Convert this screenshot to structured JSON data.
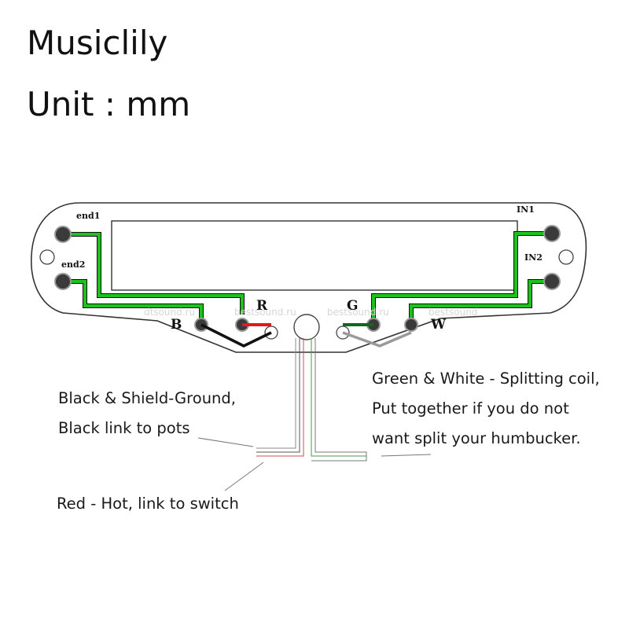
{
  "header": {
    "brand": "Musiclily",
    "unit_label": "Unit : mm"
  },
  "pickup": {
    "pad_labels": {
      "end1": "end1",
      "end2": "end2",
      "in1": "IN1",
      "in2": "IN2",
      "b": "B",
      "r": "R",
      "g": "G",
      "w": "W"
    },
    "watermarks": [
      "dtsound.ru",
      "bestsound.ru",
      "bestsound.ru",
      "bestsound"
    ]
  },
  "annotations": {
    "black": [
      "Black & Shield-Ground,",
      "Black link to pots"
    ],
    "red": "Red - Hot, link to switch",
    "green_white": [
      "Green & White - Splitting coil,",
      "Put together if you do not",
      "want split your humbucker."
    ]
  },
  "colors": {
    "trace": "#1ec21e",
    "black_wire": "#111111",
    "red_wire": "#e0191f",
    "green_wire": "#0b6b1d",
    "white_wire": "#9a9a9a",
    "board_outline": "#333333",
    "pad": "#3a3a3a"
  }
}
